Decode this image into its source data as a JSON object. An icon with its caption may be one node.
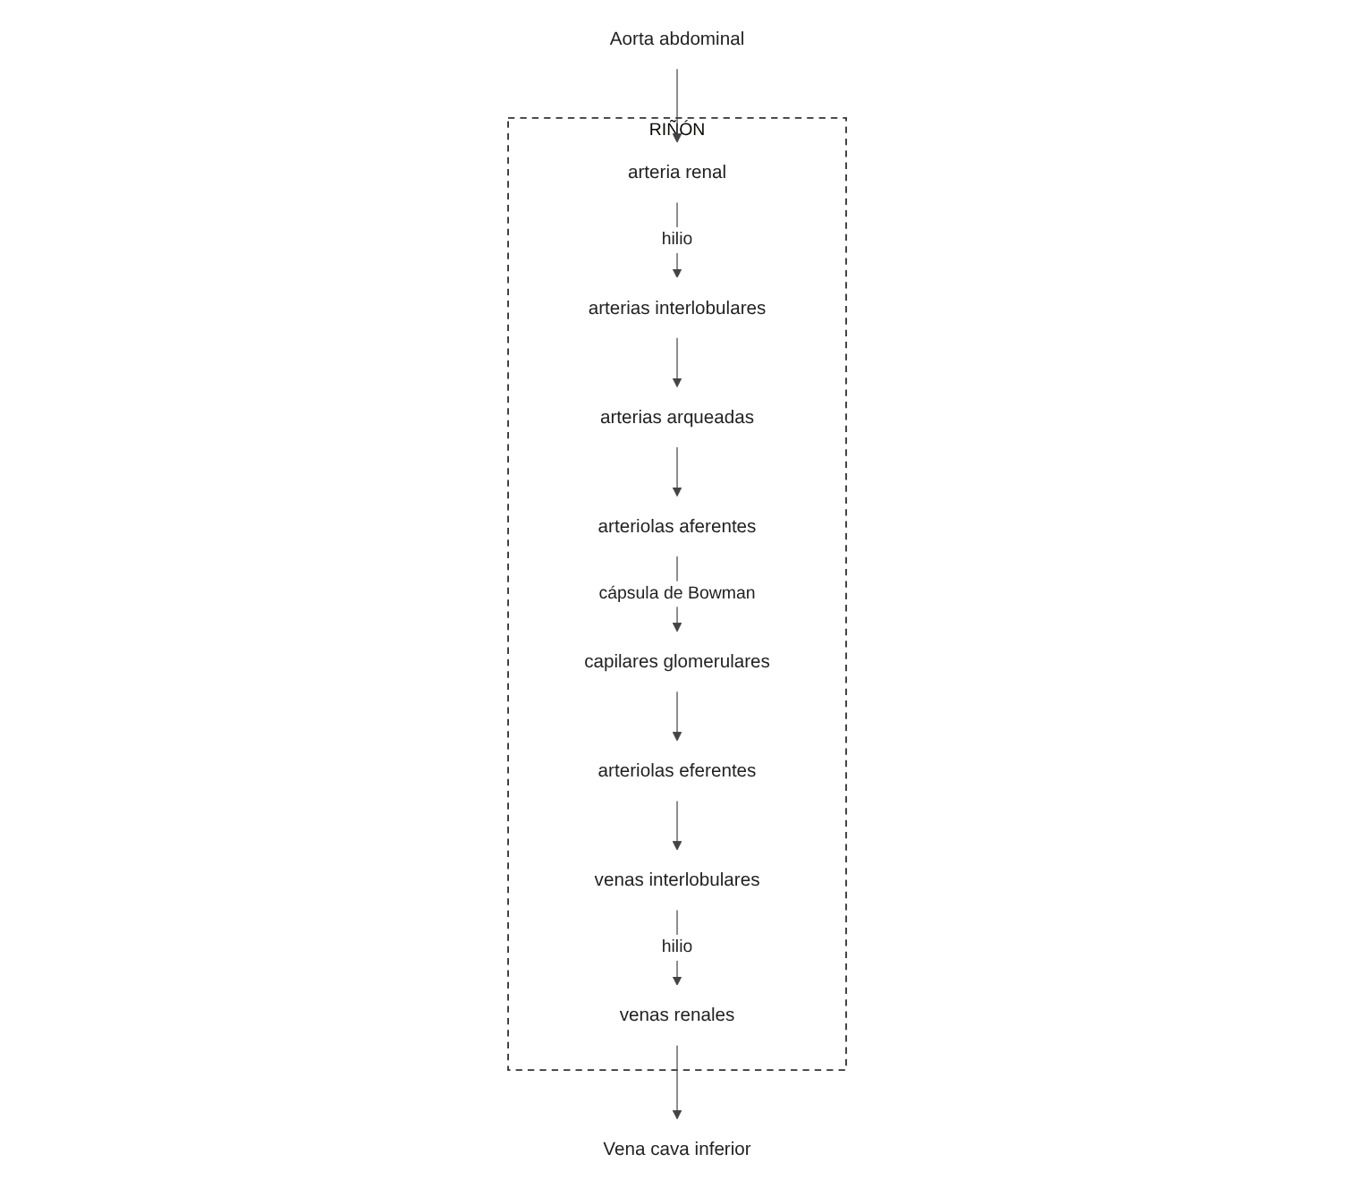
{
  "diagram": {
    "nodes": [
      {
        "text": [
          "Aorta abdominal"
        ]
      },
      {
        "text": [
          "Vena cava inferior"
        ]
      },
      {
        "text": [
          "RIÑÓN"
        ]
      },
      {
        "text": [
          "arteria renal"
        ],
        "in": 2
      },
      {
        "text": [
          "venas renales"
        ],
        "in": 2
      },
      {
        "text": [
          "arterias interlobulares"
        ],
        "in": 2
      },
      {
        "text": [
          "venas interlobulares"
        ],
        "in": 2
      },
      {
        "text": [
          "arterias arqueadas"
        ],
        "in": 2
      },
      {
        "text": [
          "arteriolas aferentes"
        ],
        "in": 2
      },
      {
        "text": [
          "arteriolas eferentes"
        ],
        "in": 2
      },
      {
        "text": [
          "capilares glomerulares"
        ],
        "in": 2
      }
    ],
    "edges": [
      {
        "from": 0,
        "to": 3,
        "arrow": "to"
      },
      {
        "from": 3,
        "to": 5,
        "arrow": "to",
        "label": "hilio"
      },
      {
        "from": 5,
        "to": 7,
        "arrow": "to"
      },
      {
        "from": 7,
        "to": 8,
        "arrow": "to"
      },
      {
        "from": 8,
        "to": 10,
        "arrow": "to",
        "label": "cápsula de Bowman"
      },
      {
        "from": 10,
        "to": 9,
        "arrow": "to"
      },
      {
        "from": 9,
        "to": 6,
        "arrow": "to"
      },
      {
        "from": 6,
        "to": 4,
        "arrow": "to",
        "label": "hilio"
      },
      {
        "from": 4,
        "to": 1,
        "arrow": "to"
      }
    ]
  }
}
